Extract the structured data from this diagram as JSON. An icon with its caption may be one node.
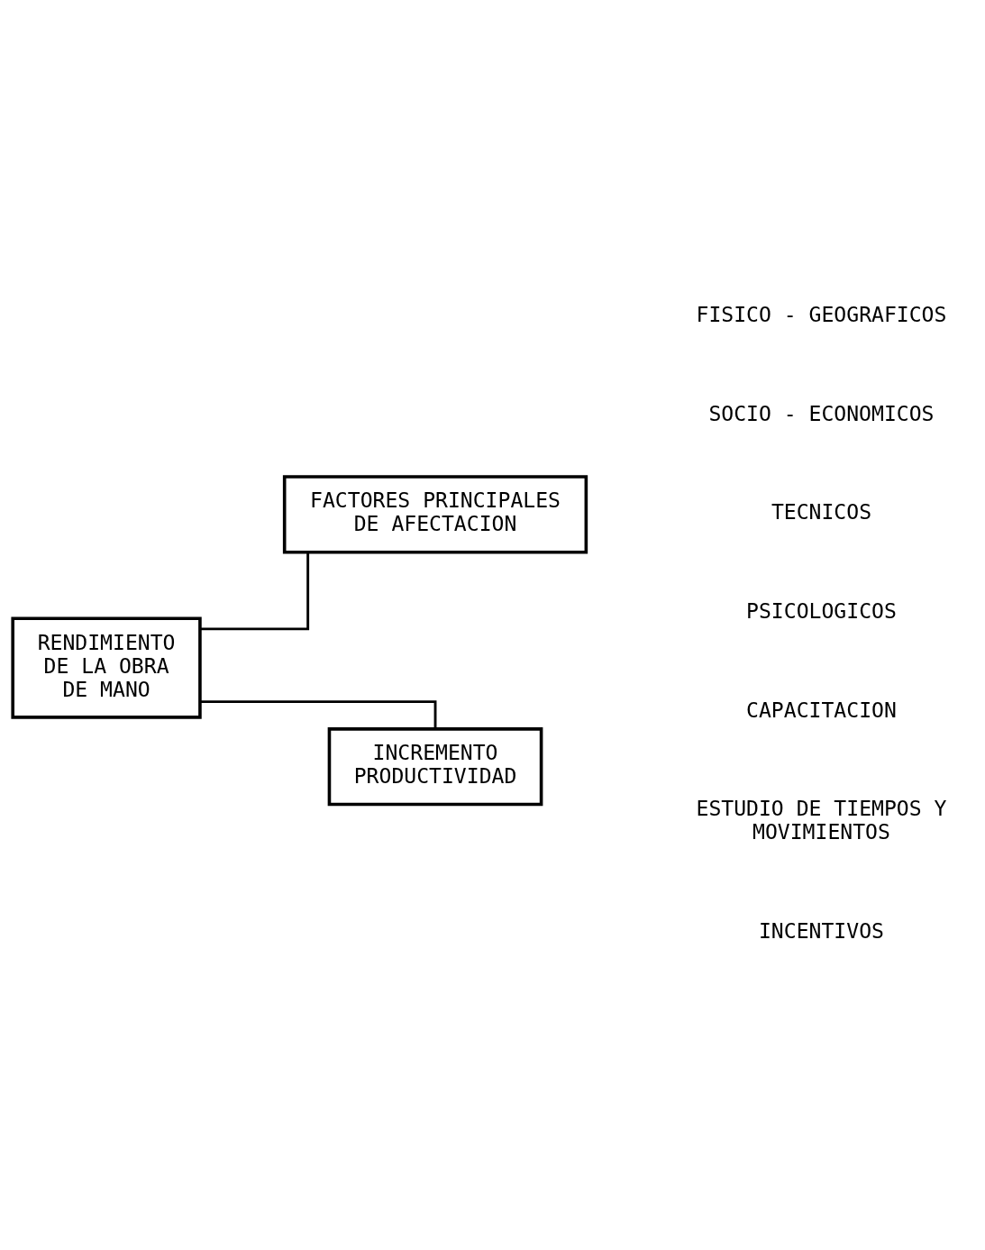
{
  "diagram": {
    "nodes": [
      {
        "text": [
          "RENDIMIENTO DE LA OBRA DE MANO"
        ]
      },
      {
        "text": [
          "FACTORES PRINCIPALES DE AFECTACION"
        ]
      },
      {
        "text": [
          "INCREMENTO PRODUCTIVIDAD"
        ]
      }
    ],
    "edges": [
      {
        "from": 0,
        "to": 1,
        "arrow": "none"
      },
      {
        "from": 0,
        "to": 2,
        "arrow": "none"
      }
    ],
    "labels": [
      "FISICO - GEOGRAFICOS",
      "SOCIO - ECONOMICOS",
      "TECNICOS",
      "PSICOLOGICOS",
      "CAPACITACION",
      "ESTUDIO DE TIEMPOS Y MOVIMIENTOS",
      "INCENTIVOS"
    ]
  }
}
